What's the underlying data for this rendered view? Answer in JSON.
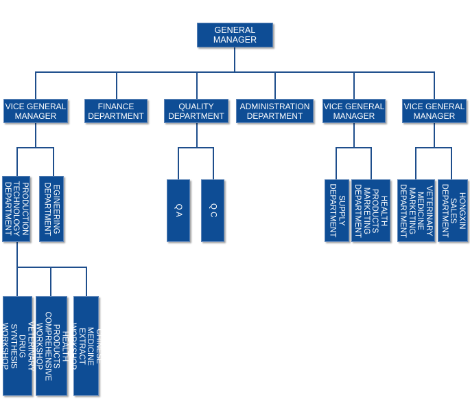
{
  "diagram": {
    "general_manager": "GENERAL\nMANAGER",
    "level2": {
      "vgm_left": "VICE GENERAL\nMANAGER",
      "finance": "FINANCE\nDEPARTMENT",
      "quality": "QUALITY\nDEPARTMENT",
      "administration": "ADMINISTRATION\nDEPARTMENT",
      "vgm_mid": "VICE GENERAL\nMANAGER",
      "vgm_right": "VICE GENERAL\nMANAGER"
    },
    "level3": {
      "production": "PRODUCTION\nTECHNOLOGY\nDEPARTMENT",
      "engineering": "EGINEERING\nDEPARTMENT",
      "qa": "Q A",
      "qc": "Q C",
      "supply": "SUPPLY\nDEPARTMENT",
      "health_marketing": "HEALTH\nPRODUCTS\nMARKETING\nDEPARTMENT",
      "vet_marketing": "VETERINARY\nMEDICINE\nMARKETING\nDEPARTMENT",
      "hongxin": "HONGXIN SALES\nDEPARTMENT"
    },
    "level4": {
      "vet_drug": "VETERINARY DRUG\nSYNTHESIS WORKSHOP",
      "health_workshop": "HEALTH PRODUCTS\nCOMPREHENSIVE\nWORKSHOP",
      "chinese_medicine": "CHINESE MEDICINE\nEXTRACT WORKSHOP"
    }
  }
}
